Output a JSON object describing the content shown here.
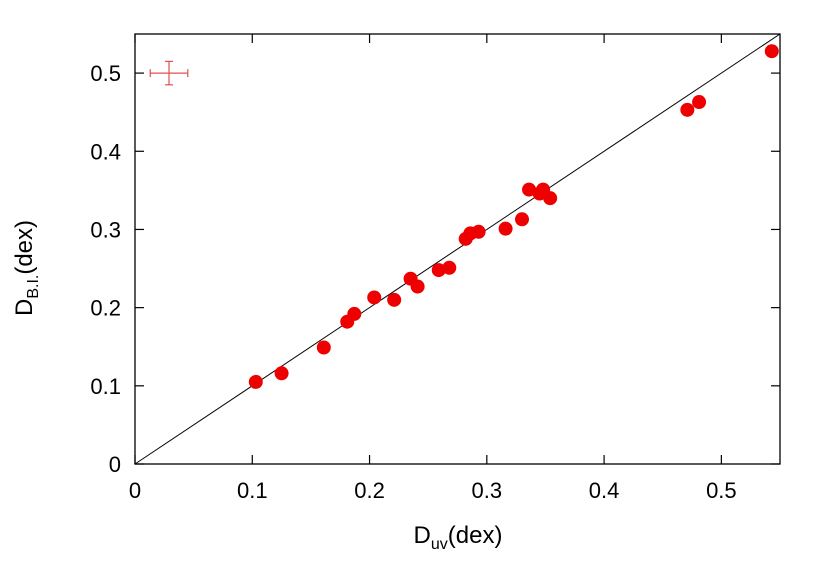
{
  "chart_data": {
    "type": "scatter",
    "xlabel": {
      "main": "D",
      "sub": "uv",
      "suffix": "(dex)"
    },
    "ylabel": {
      "main": "D",
      "sub": "B.I.",
      "suffix": "(dex)"
    },
    "xlim": [
      0,
      0.55
    ],
    "ylim": [
      0,
      0.55
    ],
    "xticks": [
      0,
      0.1,
      0.2,
      0.3,
      0.4,
      0.5
    ],
    "yticks": [
      0,
      0.1,
      0.2,
      0.3,
      0.4,
      0.5
    ],
    "xtick_labels": [
      "0",
      "0.1",
      "0.2",
      "0.3",
      "0.4",
      "0.5"
    ],
    "ytick_labels": [
      "0",
      "0.1",
      "0.2",
      "0.3",
      "0.4",
      "0.5"
    ],
    "reference_line": {
      "x": [
        0,
        0.55
      ],
      "y": [
        0,
        0.55
      ]
    },
    "error_bar_example": {
      "x": 0.029,
      "y": 0.5,
      "xerr": 0.016,
      "yerr": 0.015
    },
    "x": [
      0.103,
      0.125,
      0.161,
      0.181,
      0.187,
      0.204,
      0.221,
      0.235,
      0.241,
      0.259,
      0.268,
      0.282,
      0.286,
      0.293,
      0.316,
      0.33,
      0.336,
      0.345,
      0.348,
      0.354,
      0.471,
      0.481,
      0.543
    ],
    "y": [
      0.105,
      0.116,
      0.149,
      0.182,
      0.192,
      0.213,
      0.21,
      0.237,
      0.227,
      0.248,
      0.251,
      0.288,
      0.295,
      0.297,
      0.301,
      0.313,
      0.351,
      0.346,
      0.351,
      0.34,
      0.453,
      0.463,
      0.528
    ],
    "colors": {
      "points": "#ee0000",
      "error_bar": "#e05050",
      "line": "#000000",
      "axis": "#000000"
    },
    "grid": false
  }
}
